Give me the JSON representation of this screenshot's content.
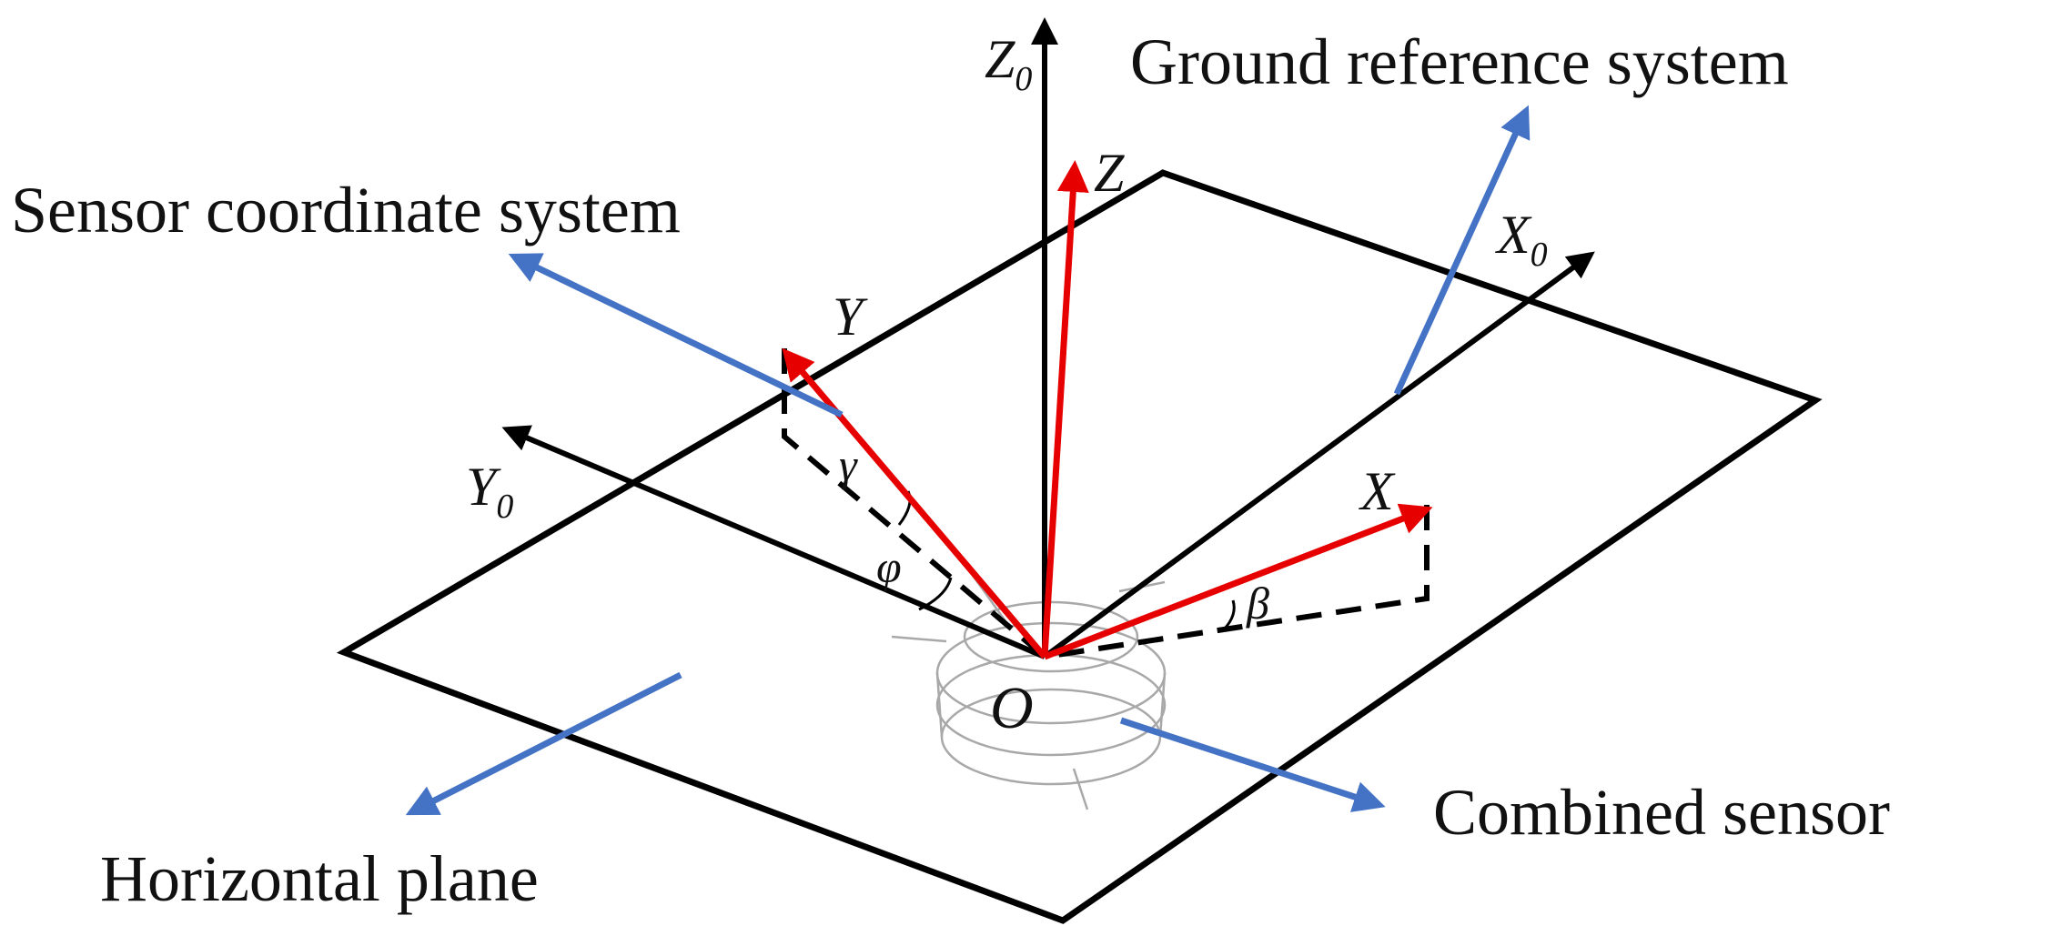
{
  "labels": {
    "ground_reference_system": "Ground reference system",
    "sensor_coordinate_system": "Sensor coordinate system",
    "horizontal_plane": "Horizontal plane",
    "combined_sensor": "Combined sensor"
  },
  "axes": {
    "z0": {
      "letter": "Z",
      "subscript": "0"
    },
    "x0": {
      "letter": "X",
      "subscript": "0"
    },
    "y0": {
      "letter": "Y",
      "subscript": "0"
    },
    "x": "X",
    "y": "Y",
    "z": "Z",
    "origin": "O"
  },
  "angles": {
    "gamma": "γ",
    "phi": "φ",
    "beta": "β"
  },
  "colors": {
    "ground_axes": "#000000",
    "sensor_axes": "#e60000",
    "callout_arrows": "#4472c4",
    "plane_outline": "#000000"
  }
}
